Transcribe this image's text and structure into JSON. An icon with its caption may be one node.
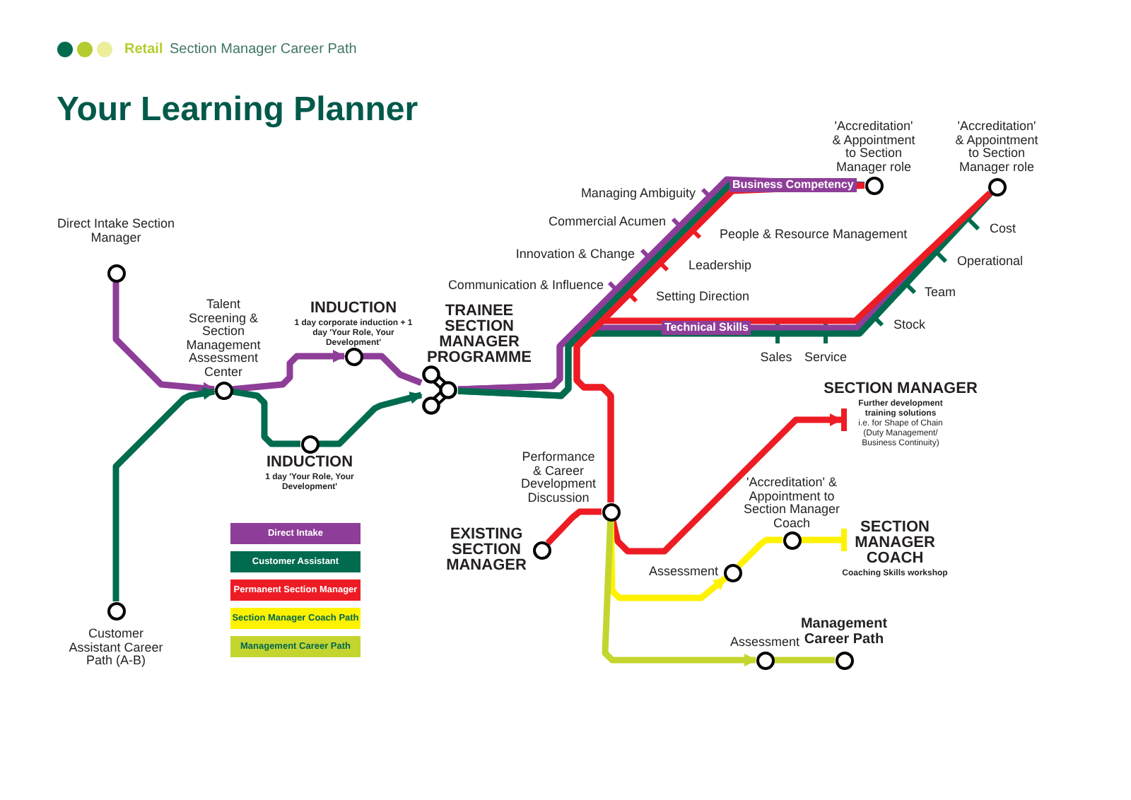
{
  "diagram": {
    "title": "Your Learning Planner",
    "nodes": [
      {
        "text": [],
        "shape": "circle",
        "beside": [
          "Direct Intake Section Manager"
        ]
      },
      {
        "text": [],
        "shape": "circle",
        "beside": [
          "Talent Screening & Section Management Assessment Center"
        ]
      },
      {
        "text": [],
        "shape": "circle",
        "beside": [
          "INDUCTION",
          "1 day corporate induction + 1 day 'Your Role, Your Development'"
        ]
      },
      {
        "text": [],
        "shape": "circle",
        "beside": [
          "TRAINEE SECTION MANAGER PROGRAMME"
        ]
      },
      {
        "text": [],
        "shape": "circle",
        "beside": [
          "Customer Assistant Career Path (A-B)"
        ]
      },
      {
        "text": [],
        "shape": "circle",
        "beside": [
          "INDUCTION",
          "1 day 'Your Role, Your Development'"
        ]
      },
      {
        "text": [],
        "shape": "circle",
        "beside": [
          "'Accreditation' & Appointment to Section Manager role"
        ]
      },
      {
        "text": [],
        "shape": "circle",
        "beside": [
          "'Accreditation' & Appointment to Section Manager role"
        ]
      },
      {
        "text": [],
        "shape": "circle",
        "beside": [
          "Performance & Career Development Discussion"
        ]
      },
      {
        "text": [],
        "shape": "circle",
        "beside": [
          "EXISTING SECTION MANAGER"
        ]
      },
      {
        "text": [],
        "shape": "bar",
        "beside": [
          "SECTION MANAGER",
          "Further development training solutions",
          "i.e. for Shape of Chain (Duty Management/ Business Continuity)"
        ]
      },
      {
        "text": [],
        "shape": "circle",
        "beside": [
          "'Accreditation' & Appointment to Section Manager Coach"
        ]
      },
      {
        "text": [],
        "shape": "bar",
        "beside": [
          "SECTION MANAGER COACH",
          "Coaching Skills workshop"
        ]
      },
      {
        "text": [],
        "shape": "circle",
        "beside": [
          "Assessment"
        ]
      },
      {
        "text": [],
        "shape": "circle",
        "beside": [
          "Assessment"
        ]
      },
      {
        "text": [],
        "shape": "circle",
        "beside": [
          "Management Career Path"
        ]
      }
    ],
    "edges": [
      {
        "from": 0,
        "to": 1,
        "arrow": "to",
        "color": "#8e3e98"
      },
      {
        "from": 1,
        "to": 2,
        "arrow": "to",
        "color": "#8e3e98"
      },
      {
        "from": 2,
        "to": 3,
        "arrow": "none",
        "color": "#8e3e98"
      },
      {
        "from": 3,
        "to": 6,
        "arrow": "none",
        "color": "#8e3e98",
        "label": "Business Competency"
      },
      {
        "from": 3,
        "to": 7,
        "arrow": "none",
        "color": "#8e3e98",
        "label": "Technical Skills"
      },
      {
        "from": 4,
        "to": 1,
        "arrow": "to",
        "color": "#006b4f"
      },
      {
        "from": 1,
        "to": 5,
        "arrow": "none",
        "color": "#006b4f"
      },
      {
        "from": 5,
        "to": 3,
        "arrow": "to",
        "color": "#006b4f"
      },
      {
        "from": 3,
        "to": 6,
        "arrow": "none",
        "color": "#006b4f"
      },
      {
        "from": 3,
        "to": 7,
        "arrow": "none",
        "color": "#006b4f"
      },
      {
        "from": 9,
        "to": 8,
        "arrow": "none",
        "color": "#ed1c24"
      },
      {
        "from": 8,
        "to": 6,
        "arrow": "none",
        "color": "#ed1c24"
      },
      {
        "from": 8,
        "to": 7,
        "arrow": "none",
        "color": "#ed1c24"
      },
      {
        "from": 8,
        "to": 10,
        "arrow": "to",
        "color": "#ed1c24"
      },
      {
        "from": 8,
        "to": 13,
        "arrow": "to",
        "color": "#fff200"
      },
      {
        "from": 13,
        "to": 11,
        "arrow": "none",
        "color": "#fff200"
      },
      {
        "from": 11,
        "to": 12,
        "arrow": "none",
        "color": "#fff200"
      },
      {
        "from": 8,
        "to": 14,
        "arrow": "to",
        "color": "#c4d52f"
      },
      {
        "from": 14,
        "to": 15,
        "arrow": "none",
        "color": "#c4d52f"
      }
    ],
    "labels": [
      "Retail",
      "Section Manager Career Path",
      "Managing Ambiguity",
      "Commercial Acumen",
      "People & Resource Management",
      "Innovation & Change",
      "Leadership",
      "Communication & Influence",
      "Setting Direction",
      "Cost",
      "Operational",
      "Team",
      "Stock",
      "Sales",
      "Service"
    ],
    "legend": [
      {
        "text": "Direct Intake",
        "color": "#8e3e98"
      },
      {
        "text": "Customer Assistant",
        "color": "#006b4f"
      },
      {
        "text": "Permanent Section Manager",
        "color": "#ed1c24"
      },
      {
        "text": "Section Manager Coach Path",
        "color": "#fff200"
      },
      {
        "text": "Management Career Path",
        "color": "#c4d52f"
      }
    ]
  }
}
